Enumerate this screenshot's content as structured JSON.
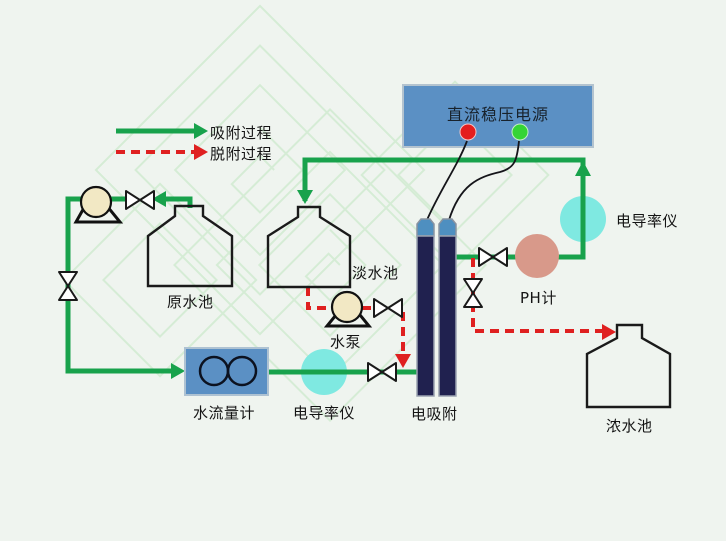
{
  "legend": {
    "adsorption_label": "吸附过程",
    "desorption_label": "脱附过程"
  },
  "power_supply": {
    "label": "直流稳压电源"
  },
  "components": {
    "raw_water_tank_label": "原水池",
    "fresh_water_tank_label": "淡水池",
    "water_pump_label": "水泵",
    "flow_meter_label": "水流量计",
    "conductivity_meter_bottom_label": "电导率仪",
    "electro_adsorption_label": "电吸附",
    "ph_meter_label": "PH计",
    "conductivity_meter_right_label": "电导率仪",
    "concentrate_tank_label": "浓水池"
  },
  "colors": {
    "bg": "#eff4ef",
    "flow-green": "#18a24c",
    "desorb-red": "#df2020",
    "box-blue": "#5b90c4",
    "electrode-navy": "#20214f",
    "cap-blue": "#4e8fc0",
    "pump-tan": "#f2e8c4",
    "meter-cyan": "#7fe9e1",
    "meter-pink": "#d8998a",
    "indicator-red": "#e41d1d",
    "indicator-green": "#35d435",
    "watermark-green": "#c5e7c5",
    "line-black": "#1a1a1a"
  }
}
